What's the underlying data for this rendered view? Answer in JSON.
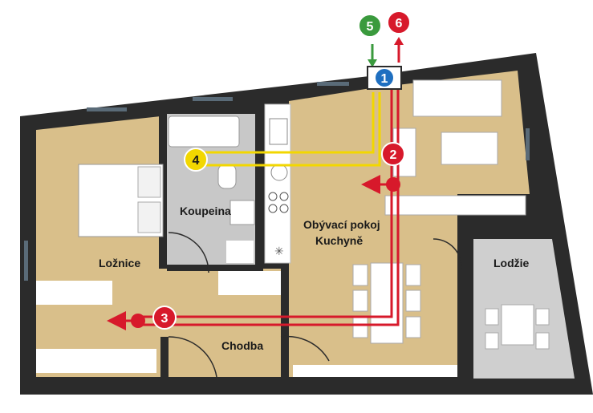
{
  "rooms": {
    "bedroom": "Ložnice",
    "bathroom": "Koupeina",
    "living": "Obývací pokoj",
    "kitchen": "Kuchyně",
    "hall": "Chodba",
    "loggia": "Lodžie"
  },
  "markers": {
    "m1": "1",
    "m2": "2",
    "m3": "3",
    "m4": "4",
    "m5": "5",
    "m6": "6"
  },
  "colors": {
    "wall": "#2b2b2b",
    "floor_wood": "#d9bf8a",
    "floor_tile": "#c8c8c8",
    "route_red": "#d7192b",
    "route_yellow": "#f2d700",
    "route_green": "#3a9a3d",
    "camera_blue": "#1f6fc0"
  }
}
